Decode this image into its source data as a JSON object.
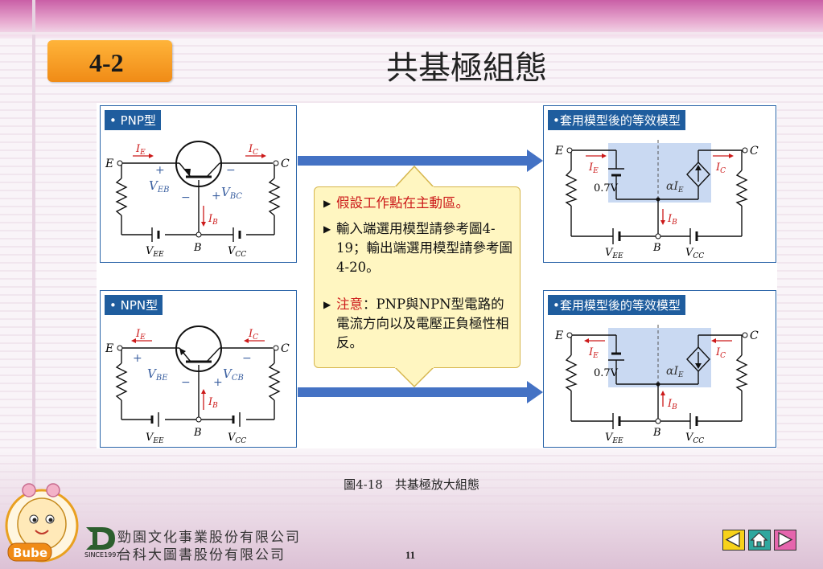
{
  "slide": {
    "section_badge": "4-2",
    "title": "共基極組態",
    "caption": "圖4-18　共基極放大組態",
    "page_number": "11"
  },
  "panels": {
    "pnp": {
      "tag": "• PNP型"
    },
    "npn": {
      "tag": "• NPN型"
    },
    "eq_top": {
      "tag": "•套用模型後的等效模型"
    },
    "eq_bottom": {
      "tag": "•套用模型後的等效模型"
    }
  },
  "labels": {
    "E": "E",
    "C": "C",
    "B": "B",
    "IE": "I",
    "IE_sub": "E",
    "IC": "I",
    "IC_sub": "C",
    "IB": "I",
    "IB_sub": "B",
    "VEB": "V",
    "VEB_sub": "EB",
    "VBC": "V",
    "VBC_sub": "BC",
    "VBE": "V",
    "VBE_sub": "BE",
    "VCB": "V",
    "VCB_sub": "CB",
    "VEE": "V",
    "VEE_sub": "EE",
    "VCC": "V",
    "VCC_sub": "CC",
    "plus": "+",
    "minus": "−",
    "v07": "0.7V",
    "alpha": "α",
    "alpha_I": "I",
    "alpha_sub": "E"
  },
  "callout": {
    "n1": "假設工作點在主動區。",
    "n2": "輸入端選用模型請參考圖4-19；輸出端選用模型請參考圖4-20。",
    "n3_head": "注意",
    "n3_body": "：PNP與NPN型電路的電流方向以及電壓正負極性相反。"
  },
  "company": {
    "line1": "勁園文化事業股份有限公司",
    "line2": "台科大圖書股份有限公司",
    "since": "SINCE1997",
    "mascot": "Bube"
  },
  "colors": {
    "panel_border": "#2a64a8",
    "arrow": "#4472c4",
    "current_red": "#cc1a1a",
    "badge_orange": "#f39a1e",
    "callout_fill": "#fff6c1",
    "eq_box": "#c9d9f2"
  },
  "nav": {
    "prev": "previous-slide",
    "home": "home",
    "next": "next-slide"
  }
}
